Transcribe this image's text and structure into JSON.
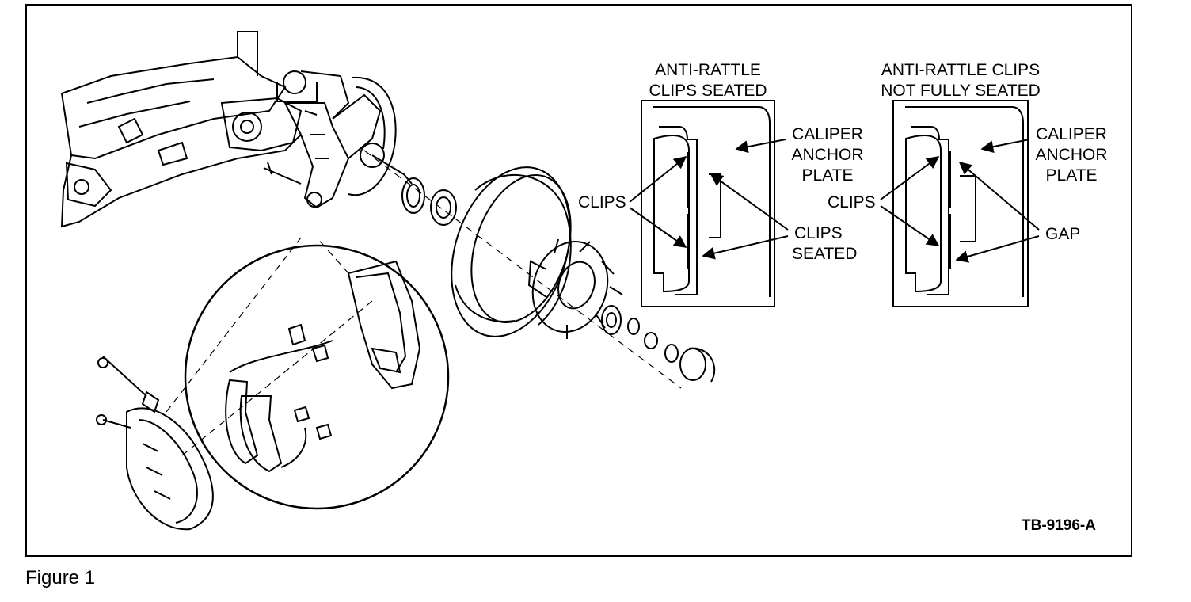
{
  "figure": {
    "caption": "Figure 1",
    "code": "TB-9196-A"
  },
  "panels": {
    "seated": {
      "title_line1": "ANTI-RATTLE",
      "title_line2": "CLIPS SEATED",
      "anchor_line1": "CALIPER",
      "anchor_line2": "ANCHOR",
      "anchor_line3": "PLATE",
      "clips": "CLIPS",
      "seated_line1": "CLIPS",
      "seated_line2": "SEATED"
    },
    "not_seated": {
      "title_line1": "ANTI-RATTLE CLIPS",
      "title_line2": "NOT FULLY SEATED",
      "anchor_line1": "CALIPER",
      "anchor_line2": "ANCHOR",
      "anchor_line3": "PLATE",
      "clips": "CLIPS",
      "gap": "GAP"
    }
  }
}
